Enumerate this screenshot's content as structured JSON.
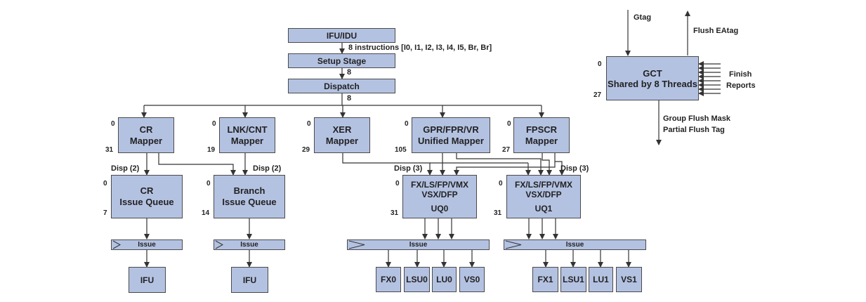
{
  "blocks": {
    "ifu_idu": "IFU/IDU",
    "setup_stage": "Setup Stage",
    "dispatch": "Dispatch",
    "cr_mapper": [
      "CR",
      "Mapper"
    ],
    "lnk_mapper": [
      "LNK/CNT",
      "Mapper"
    ],
    "xer_mapper": [
      "XER",
      "Mapper"
    ],
    "gpr_mapper": [
      "GPR/FPR/VR",
      "Unified Mapper"
    ],
    "fpscr_mapper": [
      "FPSCR",
      "Mapper"
    ],
    "cr_queue": [
      "CR",
      "Issue Queue"
    ],
    "branch_queue": [
      "Branch",
      "Issue Queue"
    ],
    "uq0": [
      "FX/LS/FP/VMX",
      "VSX/DFP",
      "UQ0"
    ],
    "uq1": [
      "FX/LS/FP/VMX",
      "VSX/DFP",
      "UQ1"
    ],
    "gct": [
      "GCT",
      "Shared by 8 Threads"
    ]
  },
  "units": {
    "ifu_a": "IFU",
    "ifu_b": "IFU",
    "fx0": "FX0",
    "lsu0": "LSU0",
    "lu0": "LU0",
    "vs0": "VS0",
    "fx1": "FX1",
    "lsu1": "LSU1",
    "lu1": "LU1",
    "vs1": "VS1"
  },
  "issue_label": "Issue",
  "labels": {
    "instructions": "8 instructions [I0, I1, I2, I3, I4, I5, Br, Br]",
    "eight_a": "8",
    "eight_b": "8",
    "disp2_cr": "Disp (2)",
    "disp2_br": "Disp (2)",
    "disp3_uq0": "Disp (3)",
    "disp3_uq1": "Disp (3)",
    "gtag": "Gtag",
    "flush_eatag": "Flush EAtag",
    "finish": "Finish",
    "reports": "Reports",
    "group_flush_mask": "Group Flush Mask",
    "partial_flush_tag": "Partial Flush Tag"
  },
  "numbers": {
    "cr_top": "0",
    "cr_bot": "31",
    "lnk_top": "0",
    "lnk_bot": "19",
    "xer_top": "0",
    "xer_bot": "29",
    "gpr_top": "0",
    "gpr_bot": "105",
    "fpscr_top": "0",
    "fpscr_bot": "27",
    "crq_top": "0",
    "crq_bot": "7",
    "brq_top": "0",
    "brq_bot": "14",
    "uq0_top": "0",
    "uq0_bot": "31",
    "uq1_top": "0",
    "uq1_bot": "31",
    "gct_top": "0",
    "gct_bot": "27"
  }
}
